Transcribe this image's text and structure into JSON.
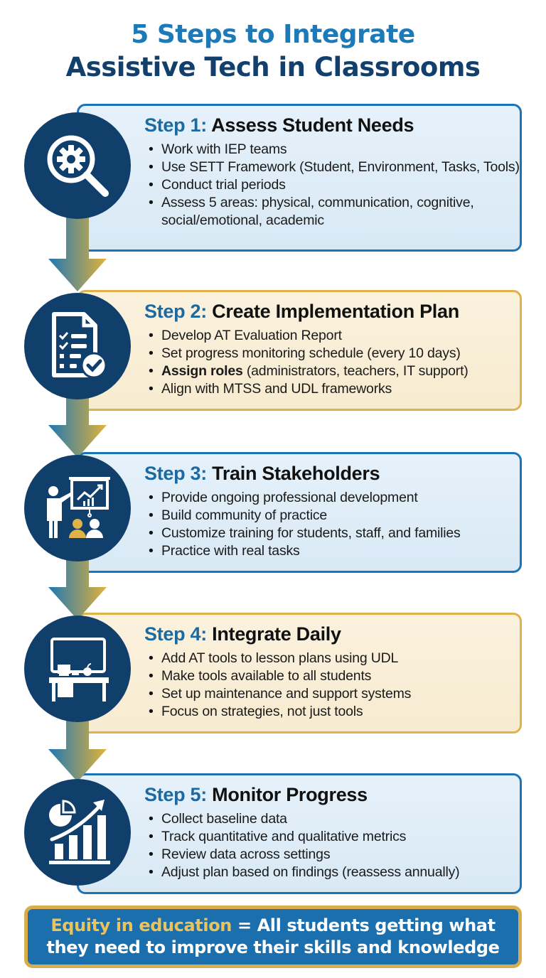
{
  "title": {
    "line1": "5 Steps to Integrate",
    "line2": "Assistive Tech in Classrooms"
  },
  "colors": {
    "title_blue": "#1c7ab8",
    "title_navy": "#123f6b",
    "circle_navy": "#113f6c",
    "card_blue_border": "#1c73b5",
    "card_gold_border": "#e0b24a",
    "banner_bg": "#1b6fad",
    "banner_highlight": "#eac35c"
  },
  "steps": [
    {
      "label": "Step 1:",
      "title": "Assess Student Needs",
      "icon": "magnifier-gear-icon",
      "theme": "blue",
      "bullets": [
        "Work with IEP teams",
        "Use SETT Framework (Student, Environment, Tasks, Tools)",
        "Conduct trial periods",
        "Assess 5 areas: physical, communication, cognitive, social/emotional, academic"
      ]
    },
    {
      "label": "Step 2:",
      "title": "Create Implementation Plan",
      "icon": "checklist-document-icon",
      "theme": "gold",
      "bullets": [
        "Develop AT Evaluation Report",
        "Set progress monitoring schedule (every 10 days)",
        "(administrators, teachers, IT support)",
        "Align with MTSS and UDL frameworks"
      ],
      "bold_prefix": "Assign roles"
    },
    {
      "label": "Step 3:",
      "title": "Train Stakeholders",
      "icon": "presenter-training-icon",
      "theme": "blue",
      "bullets": [
        "Provide ongoing professional development",
        "Build community of practice",
        "Customize training for students, staff, and families",
        "Practice with real tasks"
      ]
    },
    {
      "label": "Step 4:",
      "title": "Integrate Daily",
      "icon": "classroom-desk-icon",
      "theme": "gold",
      "bullets": [
        "Add AT tools to lesson plans using UDL",
        "Make tools available to all students",
        "Set up maintenance and support systems",
        "Focus on strategies, not just tools"
      ]
    },
    {
      "label": "Step 5:",
      "title": "Monitor Progress",
      "icon": "growth-chart-icon",
      "theme": "blue",
      "bullets": [
        "Collect baseline data",
        "Track quantitative and qualitative metrics",
        "Review data across settings",
        "Adjust plan based on findings (reassess annually)"
      ]
    }
  ],
  "banner": {
    "highlight": "Equity in education",
    "rest": " = All students getting what",
    "line2": "they need to improve their skills and knowledge"
  }
}
